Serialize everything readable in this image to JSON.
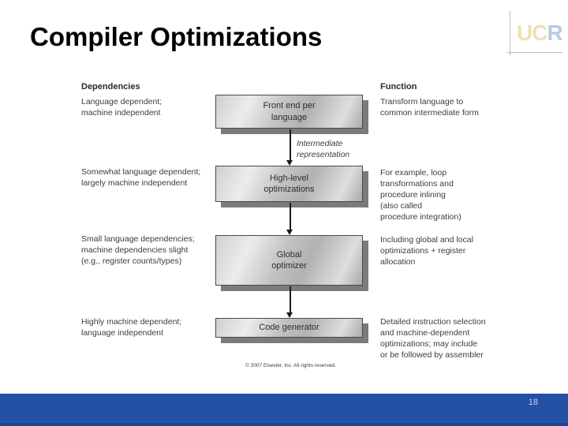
{
  "slide": {
    "title": "Compiler Optimizations",
    "page_number": "18"
  },
  "logo": {
    "uc_text": "UC",
    "r_text": "R"
  },
  "colors": {
    "title_text": "#000000",
    "diagram_text": "#3c3c3c",
    "box_border": "#4a4a4a",
    "box_shadow": "#7b7b7b",
    "footer_bar": "#2450a6",
    "footer_bar_edge": "#1c4391",
    "page_number_text": "#c9d2de",
    "logo_uc": "#f0dfb2",
    "logo_r": "#bac8e8"
  },
  "diagram": {
    "columns": {
      "left_header": "Dependencies",
      "right_header": "Function"
    },
    "arrow_label": "Intermediate\nrepresentation",
    "stages": [
      {
        "box_label": "Front end per\nlanguage",
        "dependency": "Language dependent;\nmachine independent",
        "function": "Transform language to\ncommon intermediate form"
      },
      {
        "box_label": "High-level\noptimizations",
        "dependency": "Somewhat language dependent;\nlargely machine independent",
        "function": "For example, loop\ntransformations and\nprocedure inlining\n(also called\nprocedure integration)"
      },
      {
        "box_label": "Global\noptimizer",
        "dependency": "Small language dependencies;\nmachine dependencies slight\n(e.g., register counts/types)",
        "function": "Including global and local\noptimizations + register\nallocation"
      },
      {
        "box_label": "Code generator",
        "dependency": "Highly machine dependent;\nlanguage independent",
        "function": "Detailed instruction selection\nand machine-dependent\noptimizations; may include\nor be followed by assembler"
      }
    ],
    "copyright": "© 2007 Elsevier, Inc. All rights reserved."
  }
}
